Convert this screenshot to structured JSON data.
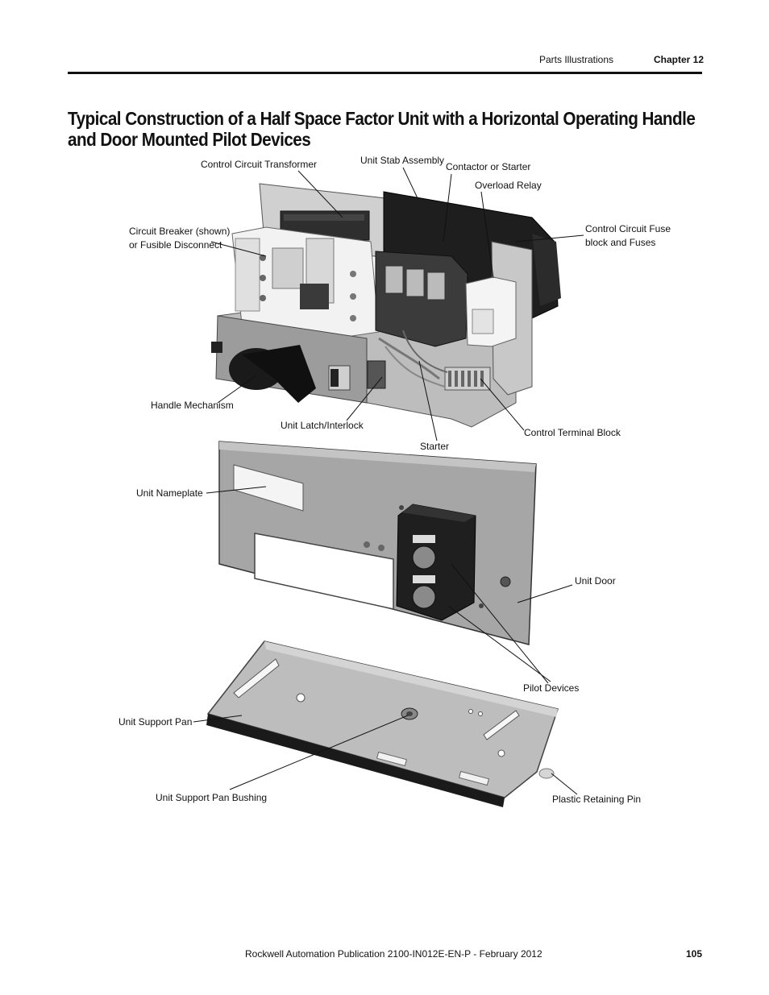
{
  "header": {
    "section": "Parts Illustrations",
    "chapter": "Chapter 12"
  },
  "title": {
    "line1": "Typical Construction of a Half Space Factor Unit with a Horizontal Operating Handle",
    "line2": "and Door Mounted Pilot Devices"
  },
  "labels": {
    "control_circuit_transformer": "Control Circuit Transformer",
    "unit_stab_assembly": "Unit Stab Assembly",
    "contactor_or_starter": "Contactor or Starter",
    "overload_relay": "Overload Relay",
    "control_circuit_fuse_1": "Control Circuit Fuse",
    "control_circuit_fuse_2": "block and Fuses",
    "circuit_breaker_1": "Circuit Breaker (shown)",
    "circuit_breaker_2": "or Fusible Disconnect",
    "handle_mechanism": "Handle Mechanism",
    "unit_latch_interlock": "Unit Latch/Interlock",
    "starter": "Starter",
    "control_terminal_block": "Control Terminal Block",
    "unit_nameplate": "Unit Nameplate",
    "unit_door": "Unit Door",
    "pilot_devices": "Pilot Devices",
    "unit_support_pan": "Unit Support Pan",
    "unit_support_pan_bushing": "Unit Support Pan Bushing",
    "plastic_retaining_pin": "Plastic Retaining Pin"
  },
  "footer": {
    "publication": "Rockwell Automation Publication 2100-IN012E-EN-P - February 2012",
    "page_number": "105"
  }
}
